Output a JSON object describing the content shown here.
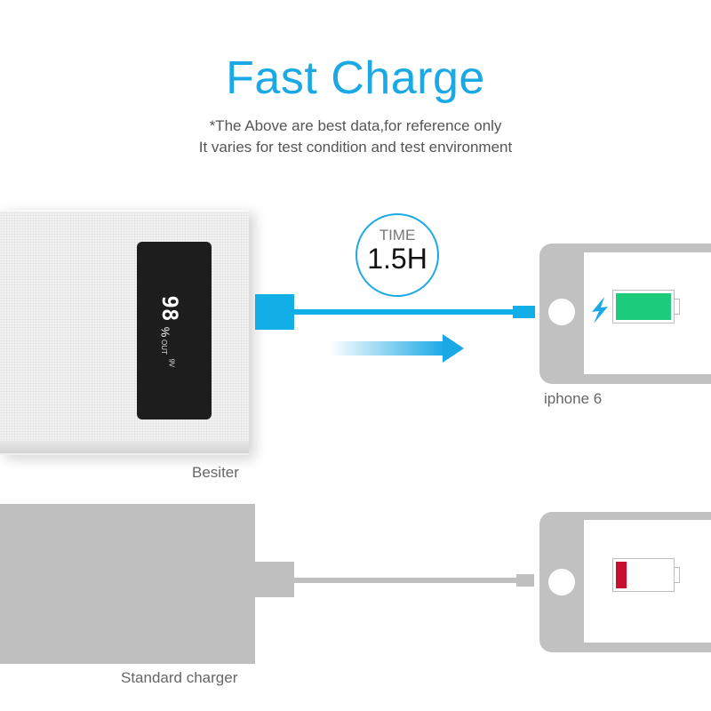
{
  "header": {
    "title": "Fast Charge",
    "disclaimer_line1": "*The Above are best data,for reference only",
    "disclaimer_line2": "It varies for test condition and test environment"
  },
  "fast_section": {
    "charger_label": "Besiter",
    "display": {
      "digits": "98",
      "unit": "%",
      "out_label": "OUT",
      "voltage_label": "9V"
    },
    "time_badge": {
      "label": "TIME",
      "value": "1.5H"
    },
    "phone_label": "iphone 6",
    "battery_state": "full",
    "battery_color": "#1dcb7c",
    "cable_color": "#12aee8",
    "charging_icon": "lightning-bolt-icon"
  },
  "standard_section": {
    "charger_label": "Standard charger",
    "battery_state": "low",
    "battery_color": "#c8102e",
    "cable_color": "#bfbfbf"
  },
  "colors": {
    "accent": "#1aa9e4",
    "device_gray": "#c1c1c1",
    "text_gray": "#666666"
  }
}
